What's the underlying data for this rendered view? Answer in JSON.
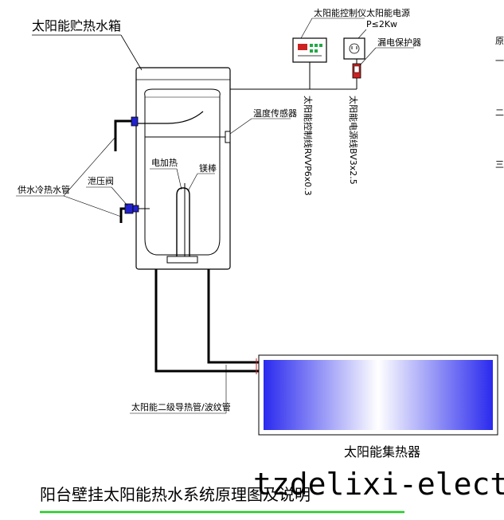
{
  "labels": {
    "tank": "太阳能贮热水箱",
    "controller": "太阳能控制仪",
    "power_source": "太阳能电源",
    "power_rating": "P≤2Kw",
    "leakage_protector": "漏电保护器",
    "temp_sensor": "温度传感器",
    "control_cable": "太阳能控制线RVVP6x0.3",
    "power_cable": "太阳能电源线BV3x2.5",
    "electric_heater": "电加热",
    "magnesium_rod": "镁棒",
    "supply_pipe": "供水冷热水管",
    "pressure_valve": "泄压阀",
    "circulation_pipe": "太阳能二级导热管/波纹管",
    "collector": "太阳能集热器",
    "side_title": "原",
    "side_item_1": "一",
    "side_item_2": "二",
    "side_item_3": "三"
  },
  "caption": "阳台壁挂太阳能热水系统原理图及说明",
  "watermark": "tzdelixi-electr",
  "colors": {
    "caption_underline": "#22cc22",
    "valve_blue": "#2222cc",
    "panel_display": "#cc2222",
    "panel_lights": "#22aa44",
    "collector_edge": "#2a2aee",
    "collector_center": "#ffffff"
  }
}
